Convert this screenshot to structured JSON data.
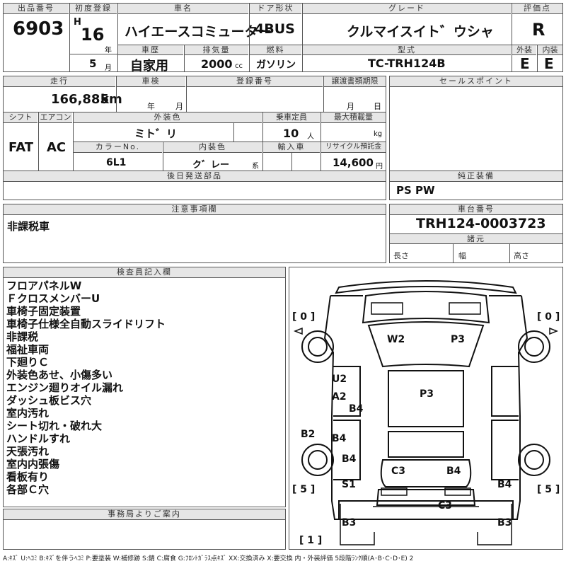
{
  "header": {
    "lot_label": "出品番号",
    "lot_value": "6903",
    "first_reg_label": "初度登録",
    "era": "H",
    "year": "16",
    "year_unit": "年",
    "month": "5",
    "month_unit": "月",
    "name_label": "車名",
    "name_value": "ハイエースコミューター",
    "doors_label": "ドア形状",
    "doors_value": "4BUS",
    "grade_label": "グレード",
    "grade_value": "クルマイスイト゛ウシャ",
    "score_label": "評価点",
    "score_value": "R",
    "history_label": "車歴",
    "history_value": "自家用",
    "displacement_label": "排気量",
    "displacement_value": "2000",
    "displacement_unit": "cc",
    "fuel_label": "燃料",
    "fuel_value": "ガソリン",
    "model_label": "型式",
    "model_value": "TC-TRH124B",
    "exterior_label": "外装",
    "exterior_value": "E",
    "interior_label": "内装",
    "interior_value": "E"
  },
  "row2": {
    "mileage_label": "走行",
    "mileage_value": "166,885",
    "mileage_unit": "km",
    "inspection_label": "車検",
    "inspection_year_unit": "年",
    "inspection_month_unit": "月",
    "reg_label": "登録番号",
    "transfer_label": "譲渡書類期限",
    "transfer_month_unit": "月",
    "transfer_day_unit": "日",
    "sales_label": "セールスポイント",
    "shift_label": "シフト",
    "shift_value": "FAT",
    "ac_label": "エアコン",
    "ac_value": "AC",
    "color_label": "外装色",
    "color_value": "ミト゛リ",
    "capacity_label": "乗車定員",
    "capacity_value": "10",
    "capacity_unit": "人",
    "load_label": "最大積載量",
    "load_unit": "kg",
    "colorno_label": "カラーNo.",
    "colorno_value": "6L1",
    "intcolor_label": "内装色",
    "intcolor_value": "ク゛レー",
    "intcolor_unit": "系",
    "import_label": "輸入車",
    "recycle_label": "リサイクル預託金",
    "recycle_value": "14,600",
    "recycle_unit": "円",
    "later_label": "後日発送部品",
    "equip_label": "純正装備",
    "equip_value": "PS PW"
  },
  "notes": {
    "caution_label": "注意事項欄",
    "caution_value": "非課税車",
    "chassis_label": "車台番号",
    "chassis_value": "TRH124-0003723",
    "spec_label": "諸元",
    "length_label": "長さ",
    "width_label": "幅",
    "height_label": "高さ"
  },
  "inspector": {
    "label": "検査員記入欄",
    "lines": [
      "フロアパネルW",
      "ＦクロスメンバーU",
      "車椅子固定装置",
      "車椅子仕様全自動スライドリフト",
      "非課税",
      "福祉車両",
      "下廻りＣ",
      "外装色あせ、小傷多い",
      "エンジン廻りオイル漏れ",
      "ダッシュ板ビス穴",
      "室内汚れ",
      "シート切れ・破れ大",
      "ハンドルすれ",
      "天張汚れ",
      "室内内張傷",
      "看板有り",
      "各部Ｃ穴"
    ],
    "office_label": "事務局よりご案内"
  },
  "diagram": {
    "marks": [
      "W2",
      "P3",
      "U2",
      "A2",
      "B4",
      "P3",
      "B2",
      "B4",
      "B4",
      "C3",
      "B4",
      "S1",
      "B4",
      "C3",
      "B3",
      "B3"
    ],
    "tire_fl": "[ 0 ]",
    "tire_fr": "[ 0 ]",
    "tire_rl": "[ 5 ]",
    "tire_rr": "[ 5 ]",
    "spare": "[ 1 ]"
  },
  "legend": "A:ｷｽﾞ U:ﾍｺﾐ B:ｷｽﾞを伴うﾍｺﾐ P:要塗装 W:補修跡 S:錆 C:腐食 G:ﾌﾛﾝﾄｶﾞﾗｽ点ｷｽﾞ XX:交換済み X:要交換 内・外装評価 5段階ﾗﾝｸ順(A･B･C･D･E) 2"
}
